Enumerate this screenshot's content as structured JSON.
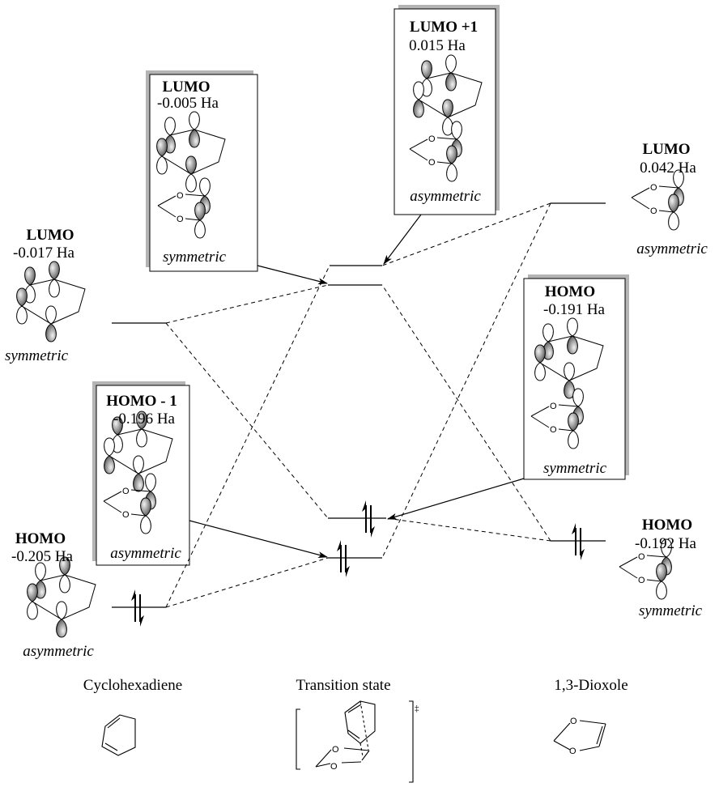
{
  "cyclohexadiene": {
    "name": "Cyclohexadiene",
    "lumo": {
      "label": "LUMO",
      "energy": "-0.017 Ha",
      "symmetry": "symmetric"
    },
    "homo": {
      "label": "HOMO",
      "energy": "-0.205 Ha",
      "symmetry": "asymmetric"
    }
  },
  "transition_state": {
    "name": "Transition state",
    "dagger": "‡",
    "lumo_plus_1": {
      "label": "LUMO +1",
      "energy": "0.015 Ha",
      "symmetry": "asymmetric"
    },
    "lumo": {
      "label": "LUMO",
      "energy": "-0.005 Ha",
      "symmetry": "symmetric"
    },
    "homo": {
      "label": "HOMO",
      "energy": "-0.191 Ha",
      "symmetry": "symmetric"
    },
    "homo_minus_1": {
      "label": "HOMO - 1",
      "energy": "-0.196 Ha",
      "symmetry": "asymmetric"
    }
  },
  "dioxole": {
    "name": "1,3-Dioxole",
    "lumo": {
      "label": "LUMO",
      "energy": "0.042 Ha",
      "symmetry": "asymmetric"
    },
    "homo": {
      "label": "HOMO",
      "energy": "-0.192 Ha",
      "symmetry": "symmetric"
    }
  },
  "atom_label": "O",
  "colors": {
    "line": "#000000",
    "box_shadow": "#b4b4b4",
    "lobe_shade": "#6e6e6e"
  }
}
